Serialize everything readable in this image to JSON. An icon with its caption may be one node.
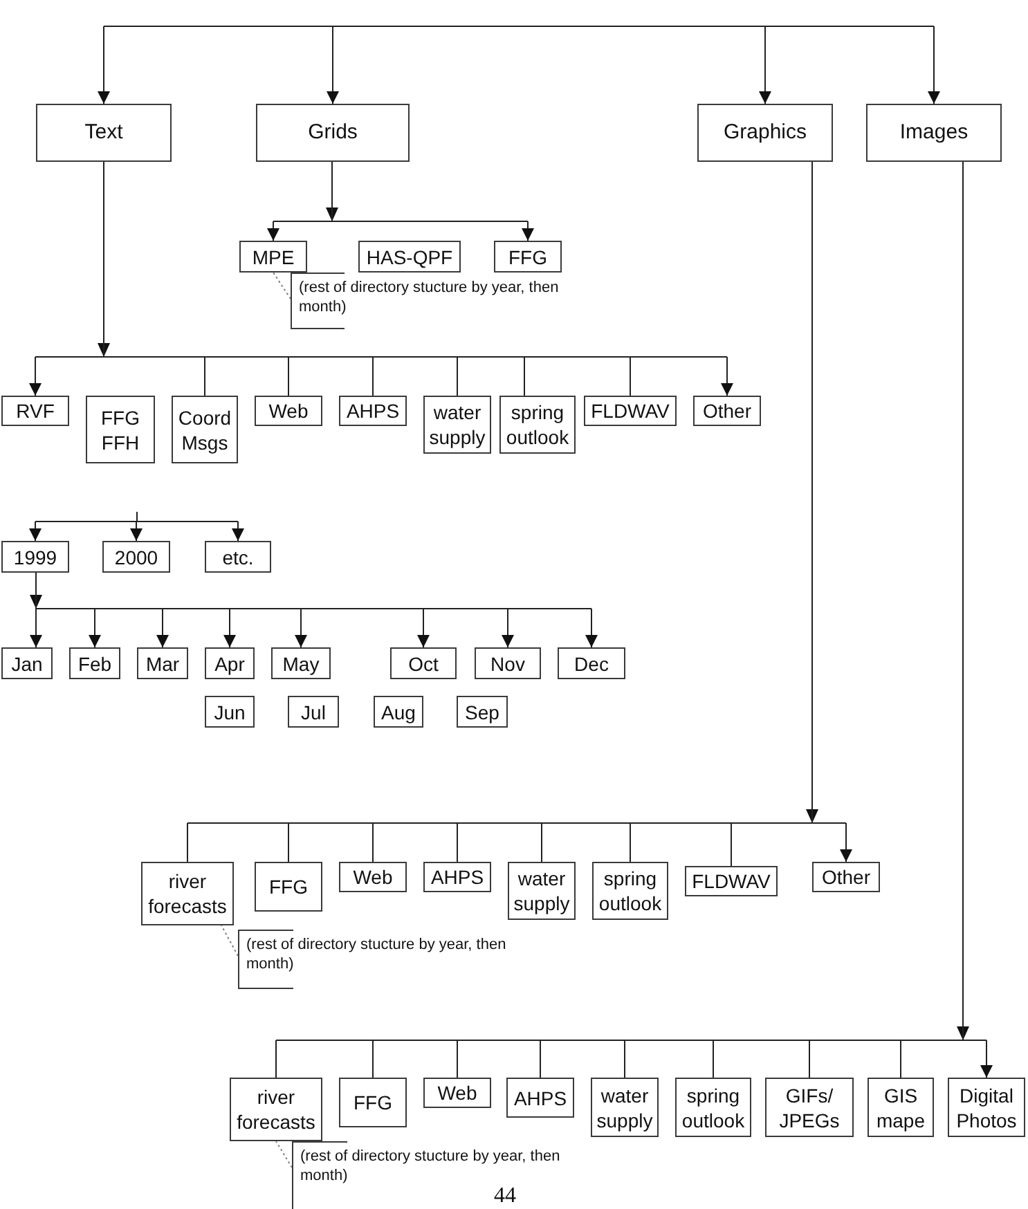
{
  "diagram": {
    "nodes": [
      {
        "text": [
          "Text"
        ]
      },
      {
        "text": [
          "Grids"
        ]
      },
      {
        "text": [
          "Graphics"
        ]
      },
      {
        "text": [
          "Images"
        ]
      },
      {
        "text": [
          "MPE"
        ]
      },
      {
        "text": [
          "HAS-QPF"
        ]
      },
      {
        "text": [
          "FFG"
        ]
      },
      {
        "text": [
          "(rest of directory stucture by year, then month)"
        ]
      },
      {
        "text": [
          "RVF"
        ]
      },
      {
        "text": [
          "FFG FFH"
        ]
      },
      {
        "text": [
          "Coord Msgs"
        ]
      },
      {
        "text": [
          "Web"
        ]
      },
      {
        "text": [
          "AHPS"
        ]
      },
      {
        "text": [
          "water supply"
        ]
      },
      {
        "text": [
          "spring outlook"
        ]
      },
      {
        "text": [
          "FLDWAV"
        ]
      },
      {
        "text": [
          "Other"
        ]
      },
      {
        "text": [
          "1999"
        ]
      },
      {
        "text": [
          "2000"
        ]
      },
      {
        "text": [
          "etc."
        ]
      },
      {
        "text": [
          "Jan"
        ]
      },
      {
        "text": [
          "Feb"
        ]
      },
      {
        "text": [
          "Mar"
        ]
      },
      {
        "text": [
          "Apr"
        ]
      },
      {
        "text": [
          "May"
        ]
      },
      {
        "text": [
          "Oct"
        ]
      },
      {
        "text": [
          "Nov"
        ]
      },
      {
        "text": [
          "Dec"
        ]
      },
      {
        "text": [
          "Jun"
        ]
      },
      {
        "text": [
          "Jul"
        ]
      },
      {
        "text": [
          "Aug"
        ]
      },
      {
        "text": [
          "Sep"
        ]
      },
      {
        "text": [
          "river forecasts"
        ]
      },
      {
        "text": [
          "FFG"
        ]
      },
      {
        "text": [
          "Web"
        ]
      },
      {
        "text": [
          "AHPS"
        ]
      },
      {
        "text": [
          "water supply"
        ]
      },
      {
        "text": [
          "spring outlook"
        ]
      },
      {
        "text": [
          "FLDWAV"
        ]
      },
      {
        "text": [
          "Other"
        ]
      },
      {
        "text": [
          "(rest of directory stucture by year, then month)"
        ]
      },
      {
        "text": [
          "river forecasts"
        ]
      },
      {
        "text": [
          "FFG"
        ]
      },
      {
        "text": [
          "Web"
        ]
      },
      {
        "text": [
          "AHPS"
        ]
      },
      {
        "text": [
          "water supply"
        ]
      },
      {
        "text": [
          "spring outlook"
        ]
      },
      {
        "text": [
          "GIFs/ JPEGs"
        ]
      },
      {
        "text": [
          "GIS mape"
        ]
      },
      {
        "text": [
          "Digital Photos"
        ]
      },
      {
        "text": [
          "(rest of directory stucture by year, then month)"
        ]
      }
    ],
    "edges": [
      {
        "from": null,
        "to": 0,
        "arrow": "to"
      },
      {
        "from": null,
        "to": 1,
        "arrow": "to"
      },
      {
        "from": null,
        "to": 2,
        "arrow": "to"
      },
      {
        "from": null,
        "to": 3,
        "arrow": "to"
      },
      {
        "from": 1,
        "to": 4,
        "arrow": "to"
      },
      {
        "from": 1,
        "to": 6,
        "arrow": "to"
      },
      {
        "from": 7,
        "to": 4,
        "arrow": "none",
        "style": "dashed",
        "color": "#808080"
      },
      {
        "from": 0,
        "to": 8,
        "arrow": "to"
      },
      {
        "from": 0,
        "to": 10,
        "arrow": "none"
      },
      {
        "from": 0,
        "to": 11,
        "arrow": "none"
      },
      {
        "from": 0,
        "to": 12,
        "arrow": "none"
      },
      {
        "from": 0,
        "to": 13,
        "arrow": "none"
      },
      {
        "from": 0,
        "to": 14,
        "arrow": "none"
      },
      {
        "from": 0,
        "to": 15,
        "arrow": "none"
      },
      {
        "from": 0,
        "to": 16,
        "arrow": "to"
      },
      {
        "from": null,
        "to": 17,
        "arrow": "to"
      },
      {
        "from": null,
        "to": 18,
        "arrow": "to"
      },
      {
        "from": null,
        "to": 19,
        "arrow": "to"
      },
      {
        "from": 17,
        "to": 20,
        "arrow": "to"
      },
      {
        "from": 17,
        "to": 21,
        "arrow": "to"
      },
      {
        "from": 17,
        "to": 22,
        "arrow": "to"
      },
      {
        "from": 17,
        "to": 23,
        "arrow": "to"
      },
      {
        "from": 17,
        "to": 24,
        "arrow": "to"
      },
      {
        "from": 17,
        "to": 25,
        "arrow": "to"
      },
      {
        "from": 17,
        "to": 26,
        "arrow": "to"
      },
      {
        "from": 17,
        "to": 27,
        "arrow": "to"
      },
      {
        "from": 2,
        "to": 32,
        "arrow": "none"
      },
      {
        "from": 2,
        "to": 33,
        "arrow": "none"
      },
      {
        "from": 2,
        "to": 34,
        "arrow": "none"
      },
      {
        "from": 2,
        "to": 35,
        "arrow": "none"
      },
      {
        "from": 2,
        "to": 36,
        "arrow": "none"
      },
      {
        "from": 2,
        "to": 37,
        "arrow": "none"
      },
      {
        "from": 2,
        "to": 38,
        "arrow": "none"
      },
      {
        "from": 2,
        "to": 39,
        "arrow": "to"
      },
      {
        "from": 40,
        "to": 32,
        "arrow": "none",
        "style": "dashed",
        "color": "#808080"
      },
      {
        "from": 3,
        "to": 41,
        "arrow": "none"
      },
      {
        "from": 3,
        "to": 42,
        "arrow": "none"
      },
      {
        "from": 3,
        "to": 43,
        "arrow": "none"
      },
      {
        "from": 3,
        "to": 44,
        "arrow": "none"
      },
      {
        "from": 3,
        "to": 45,
        "arrow": "none"
      },
      {
        "from": 3,
        "to": 46,
        "arrow": "none"
      },
      {
        "from": 3,
        "to": 47,
        "arrow": "none"
      },
      {
        "from": 3,
        "to": 48,
        "arrow": "none"
      },
      {
        "from": 3,
        "to": 49,
        "arrow": "to"
      },
      {
        "from": 50,
        "to": 41,
        "arrow": "none",
        "style": "dashed",
        "color": "#808080"
      }
    ],
    "labels": [
      "44"
    ]
  }
}
